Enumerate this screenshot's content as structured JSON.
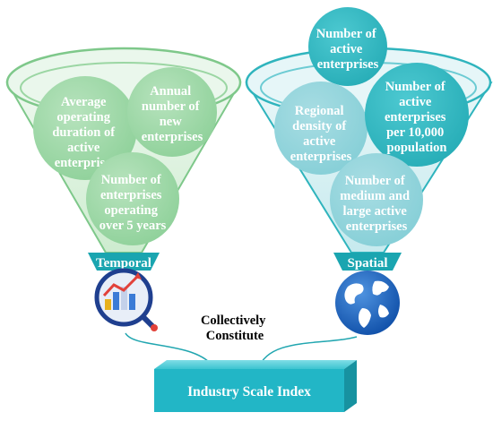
{
  "colors": {
    "temporal_green": "#7ec88a",
    "temporal_funnel_light": "#e6f5e8",
    "temporal_funnel_dark": "#5fb56d",
    "spatial_teal": "#2fb4bd",
    "spatial_funnel_light": "#e2f4f6",
    "spatial_funnel_dark": "#1fa3ae",
    "label_teal": "#1aa5b0",
    "index_box": "#22b6c6",
    "arrow_teal": "#21a6b0",
    "circle_text": "#ffffff",
    "heading_text": "#000000"
  },
  "temporal": {
    "label": "Temporal",
    "icon": "bar-chart-magnifier-icon",
    "circles": [
      {
        "lines": [
          "Average",
          "operating",
          "duration of",
          "active",
          "enterprises"
        ]
      },
      {
        "lines": [
          "Annual",
          "number of",
          "new",
          "enterprises"
        ]
      },
      {
        "lines": [
          "Number of",
          "enterprises",
          "operating",
          "over 5 years"
        ]
      }
    ]
  },
  "spatial": {
    "label": "Spatial",
    "icon": "globe-icon",
    "circles": [
      {
        "lines": [
          "Number of",
          "active",
          "enterprises"
        ]
      },
      {
        "lines": [
          "Regional",
          "density of",
          "active",
          "enterprises"
        ]
      },
      {
        "lines": [
          "Number of",
          "active",
          "enterprises",
          "per 10,000",
          "population"
        ]
      },
      {
        "lines": [
          "Number of",
          "medium and",
          "large active",
          "enterprises"
        ]
      }
    ]
  },
  "connector": {
    "lines": [
      "Collectively",
      "Constitute"
    ]
  },
  "result": {
    "label": "Industry Scale Index"
  }
}
